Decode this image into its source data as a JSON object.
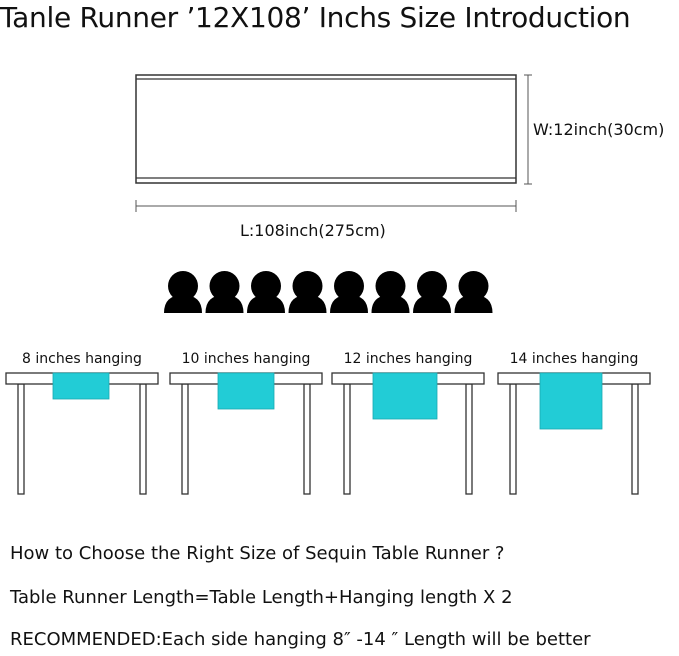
{
  "title": "Tanle Runner ’12X108’ Inchs Size Introduction",
  "dimensions": {
    "width_label": "W:12inch(30cm)",
    "length_label": "L:108inch(275cm)"
  },
  "people_icon": "person-silhouette-icon",
  "colors": {
    "runner": "#22ccd6",
    "outline": "#333333",
    "person": "#000000"
  },
  "hanging_examples": [
    {
      "label": "8 inches hanging",
      "inches": 8
    },
    {
      "label": "10 inches hanging",
      "inches": 10
    },
    {
      "label": "12 inches hanging",
      "inches": 12
    },
    {
      "label": "14 inches hanging",
      "inches": 14
    }
  ],
  "notes": {
    "question": "How to Choose the Right Size of Sequin Table Runner ?",
    "formula": "Table Runner Length=Table Length+Hanging length X 2",
    "recommended": "RECOMMENDED:Each side hanging 8″ -14 ″ Length will be better"
  }
}
